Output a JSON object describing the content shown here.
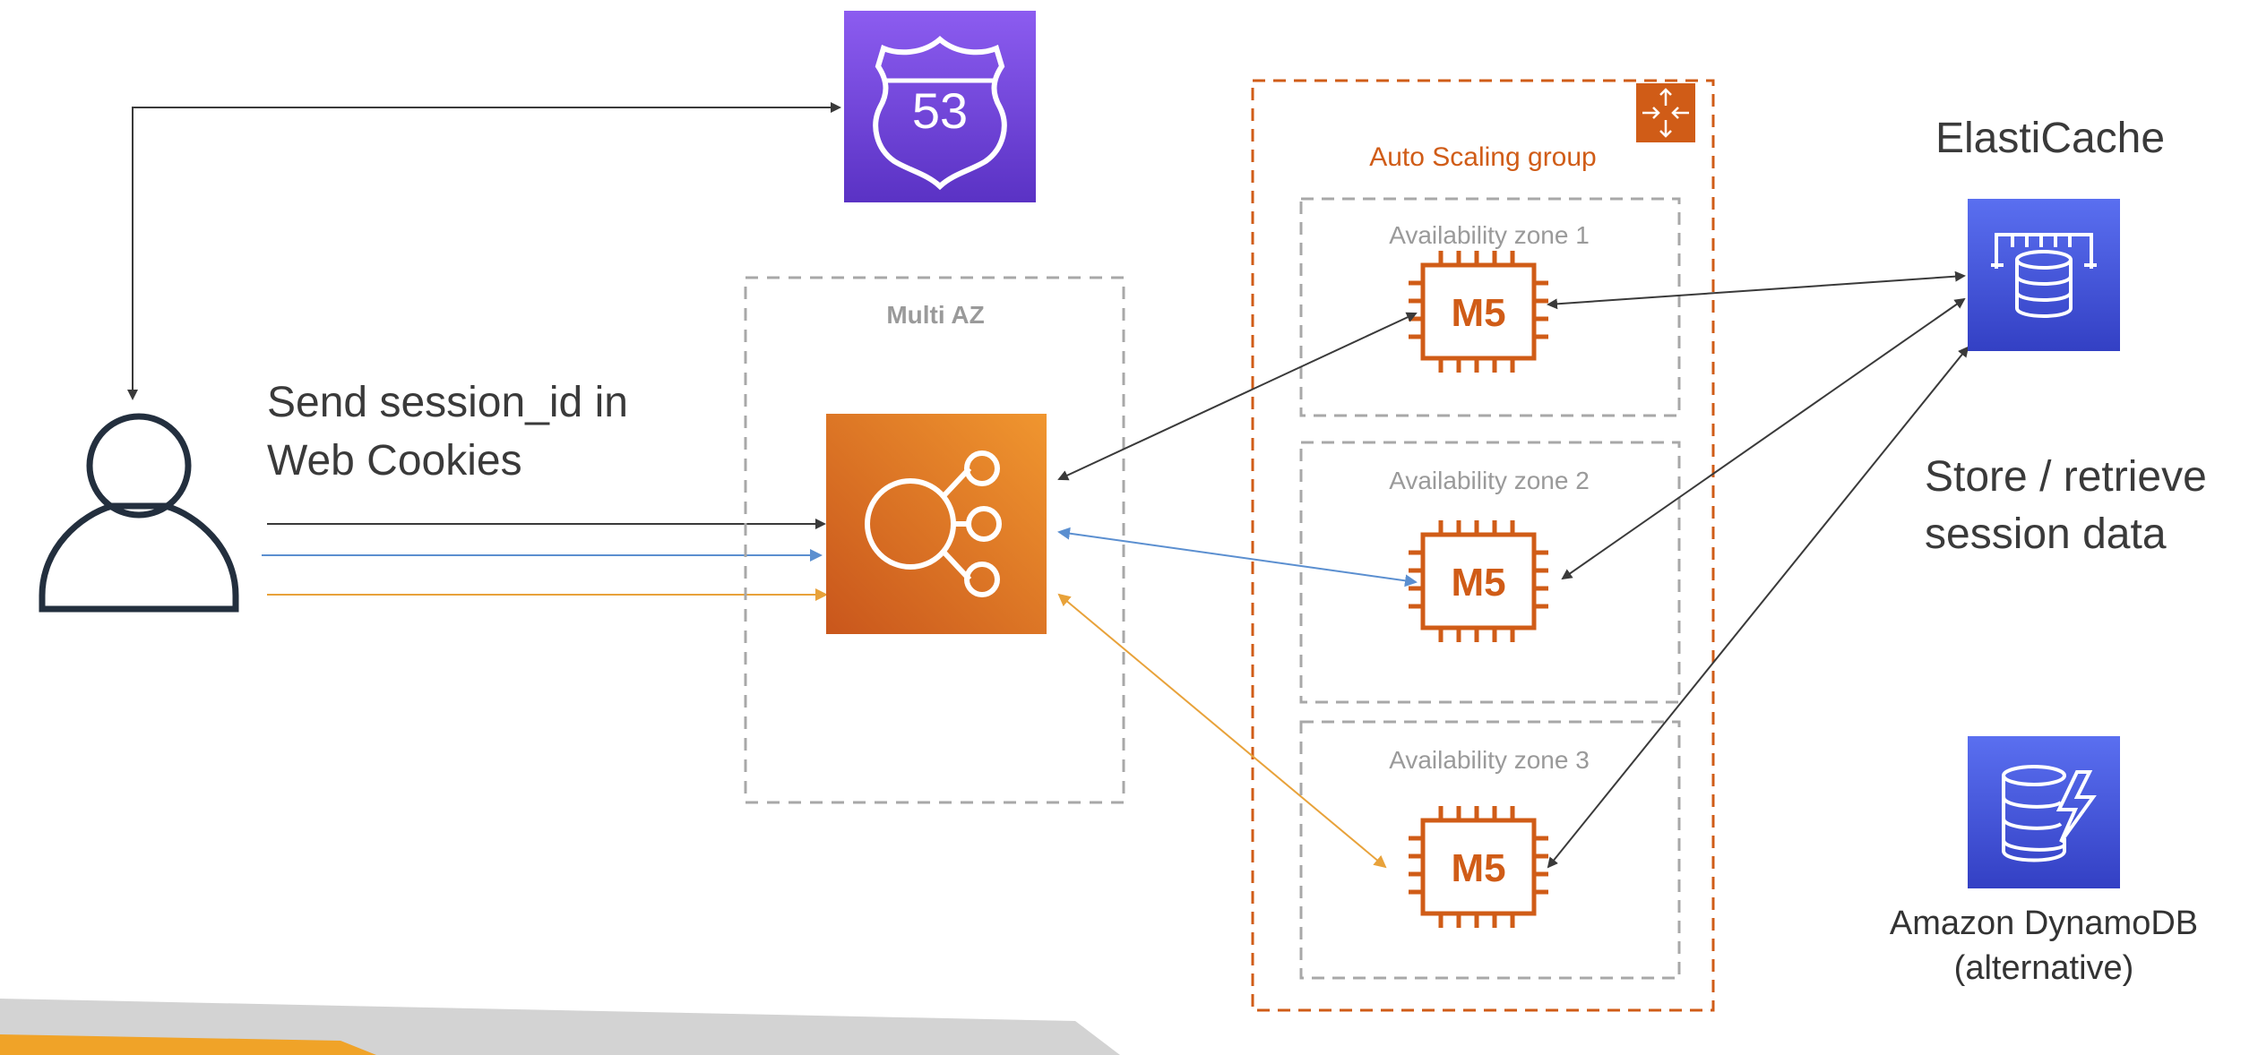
{
  "labels": {
    "send_line1": "Send session_id in",
    "send_line2": "Web Cookies",
    "multi_az": "Multi AZ",
    "auto_scaling_group": "Auto Scaling group",
    "zone1": "Availability zone 1",
    "zone2": "Availability zone 2",
    "zone3": "Availability zone 3",
    "elasticache": "ElastiCache",
    "store_line1": "Store / retrieve",
    "store_line2": "session data",
    "dynamodb_line1": "Amazon DynamoDB",
    "dynamodb_line2": "(alternative)"
  },
  "icons": {
    "route53": {
      "name": "route53-icon",
      "text": "53"
    },
    "load_balancer": "load-balancer-icon",
    "user": "user-icon",
    "ec2_instance_text": "M5",
    "elasticache": "elasticache-icon",
    "dynamodb": "dynamodb-icon",
    "auto_scaling": "auto-scaling-icon"
  },
  "colors": {
    "route53_top": "#8c5cf0",
    "route53_bottom": "#5a32c4",
    "elb_top": "#e8882d",
    "elb_bottom": "#cd5f1f",
    "aws_orange": "#d05c17",
    "aws_blue": "#3b48cc",
    "aws_blue_light": "#5a6ff0",
    "arrow_dark": "#3a3a3a",
    "arrow_blue": "#5b8fd0",
    "arrow_orange": "#e8a23a",
    "zone_border": "#a8a8a8",
    "footer_orange": "#f0a328",
    "footer_grey": "#d0d0d0"
  }
}
